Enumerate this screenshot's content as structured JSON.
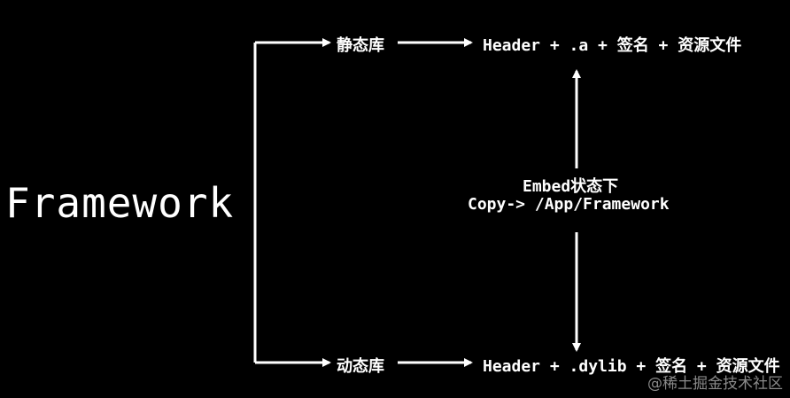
{
  "main_label": "Framework",
  "static": {
    "label": "静态库",
    "composition": "Header + .a + 签名 + 资源文件"
  },
  "dynamic": {
    "label": "动态库",
    "composition": "Header + .dylib + 签名 + 资源文件"
  },
  "embed_note": {
    "line1": "Embed状态下",
    "line2": "Copy-> /App/Framework"
  },
  "watermark": "@稀土掘金技术社区",
  "colors": {
    "background": "#000000",
    "foreground": "#ffffff"
  }
}
